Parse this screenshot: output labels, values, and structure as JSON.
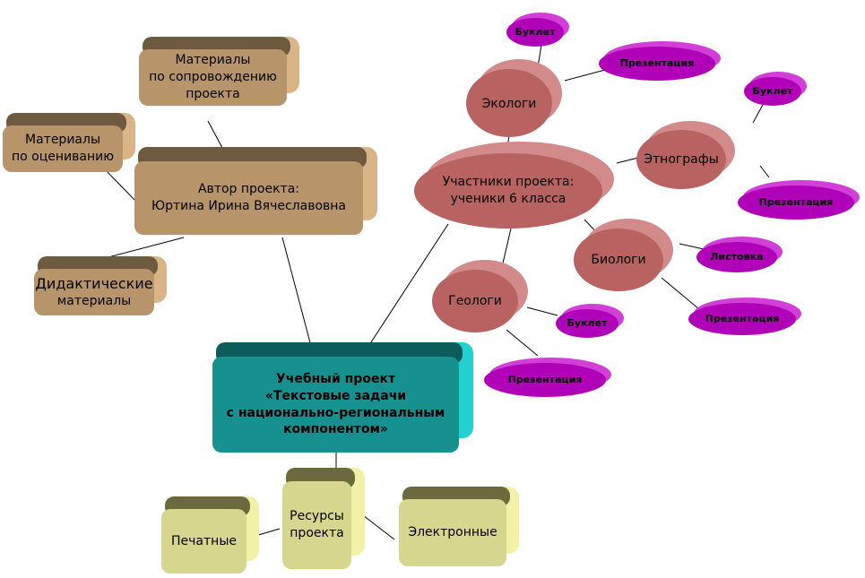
{
  "colors": {
    "brown": "#b8946a",
    "teal": "#16918f",
    "yellow": "#d6d68e",
    "rose": "#b86262",
    "magenta": "#b000b8"
  },
  "center": {
    "line1": "Учебный проект",
    "line2": "«Текстовые задачи",
    "line3": "с национально-региональным",
    "line4": "компонентом»"
  },
  "author": {
    "line1": "Автор проекта:",
    "line2": "Юртина Ирина Вячеславовна"
  },
  "support_materials": {
    "line1": "Материалы",
    "line2": "по сопровождению",
    "line3": "проекта"
  },
  "evaluation_materials": {
    "line1": "Материалы",
    "line2": "по оцениванию"
  },
  "didactic_materials": {
    "line1": "Дидактические",
    "line2": "материалы"
  },
  "resources": {
    "line1": "Ресурсы",
    "line2": "проекта",
    "printed": "Печатные",
    "electronic": "Электронные"
  },
  "participants": {
    "line1": "Участники проекта:",
    "line2": "ученики 6 класса"
  },
  "groups": {
    "ecologists": {
      "label": "Экологи",
      "booklet": "Буклет",
      "presentation": "Презентация"
    },
    "ethnographers": {
      "label": "Этнографы",
      "booklet": "Буклет",
      "presentation": "Презентация"
    },
    "biologists": {
      "label": "Биологи",
      "leaflet": "Листовка",
      "presentation": "Презентация"
    },
    "geologists": {
      "label": "Геологи",
      "booklet": "Буклет",
      "presentation": "Презентация"
    }
  }
}
